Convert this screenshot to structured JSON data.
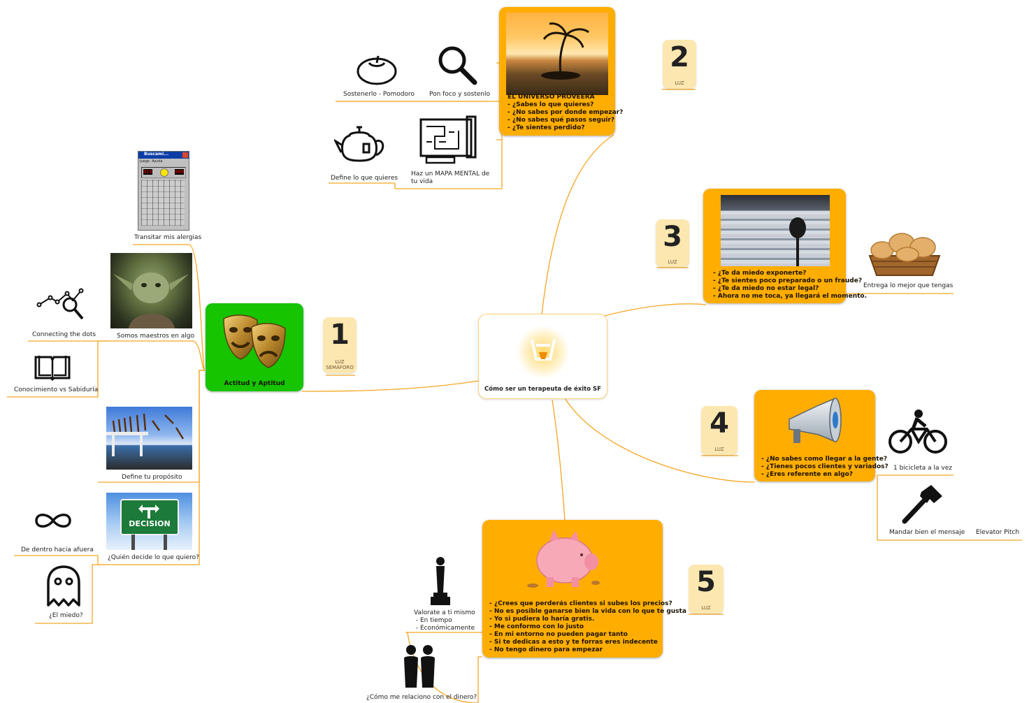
{
  "colors": {
    "branch": "#f5a623",
    "orange": "#ffad00",
    "green": "#16c400",
    "badge": "#fde7b0"
  },
  "center": {
    "title": "Cómo ser un terapeuta de éxito SF",
    "icon": "thinking-icon"
  },
  "branch1": {
    "title": "Actitud y Aptitud",
    "badge": {
      "num": "1",
      "sub": "LUZ\nSEMÁFORO"
    },
    "children": {
      "minesweeper": "Transitar mis alergias",
      "yoda": "Somos maestros en algo",
      "dots": "Connecting the dots",
      "book": "Conocimiento vs Sabiduría",
      "purpose": "Define tu propósito",
      "decision": "¿Quién decide lo que quiero?",
      "decision_sign": "DECISION",
      "infinity": "De dentro hacia afuera",
      "ghost": "¿El miedo?"
    },
    "minesweeper_window": {
      "title": "Buscami...",
      "menu": "Juego  Ayuda",
      "left_counter": "010",
      "right_counter": "000"
    }
  },
  "branch2": {
    "badge": {
      "num": "2",
      "sub": "LUZ"
    },
    "text": "EL UNIVERSO PROVEERÁ\n- ¿Sabes lo que quieres?\n- ¿No sabes por donde empezar?\n- ¿No sabes qué pasos seguir?\n- ¿Te sientes perdido?",
    "children": {
      "tomato": "Sostenerlo - Pomodoro",
      "magnifier": "Pon foco y sostenlo",
      "teapot": "Define lo que quieres",
      "map": "Haz un MAPA MENTAL de\ntu vida"
    }
  },
  "branch3": {
    "badge": {
      "num": "3",
      "sub": "LUZ"
    },
    "text": "- ¿Te da miedo exponerte?\n- ¿Te sientes poco preparado o un fraude?\n- ¿Te da miedo no estar legal?\n- Ahora no me toca, ya llegará el momento.",
    "children": {
      "bread": "Entrega lo mejor que tengas"
    }
  },
  "branch4": {
    "badge": {
      "num": "4",
      "sub": "LUZ"
    },
    "text": "- ¿No sabes como llegar a la gente?\n- ¿Tienes pocos clientes y variados?\n- ¿Eres referente en algo?",
    "children": {
      "bicycle": "1 bicicleta a la vez",
      "hammer": "Mandar bien el mensaje",
      "elevator": "Elevator Pitch"
    }
  },
  "branch5": {
    "badge": {
      "num": "5",
      "sub": "LUZ"
    },
    "text": "- ¿Crees que perderás clientes si subes los precios?\n- No es posible ganarse bien la vida con lo que te gusta\n- Yo si pudiera lo haría gratis.\n- Me conformo con lo justo\n- En mi entorno no pueden pagar tanto\n- Si te dedicas a esto y te forras eres indecente\n- No tengo dinero para empezar",
    "children": {
      "oscar": "Valorate a ti mismo\n - En tiempo\n - Económicamente",
      "people": "¿Cómo me relaciono con el dinero?"
    }
  }
}
